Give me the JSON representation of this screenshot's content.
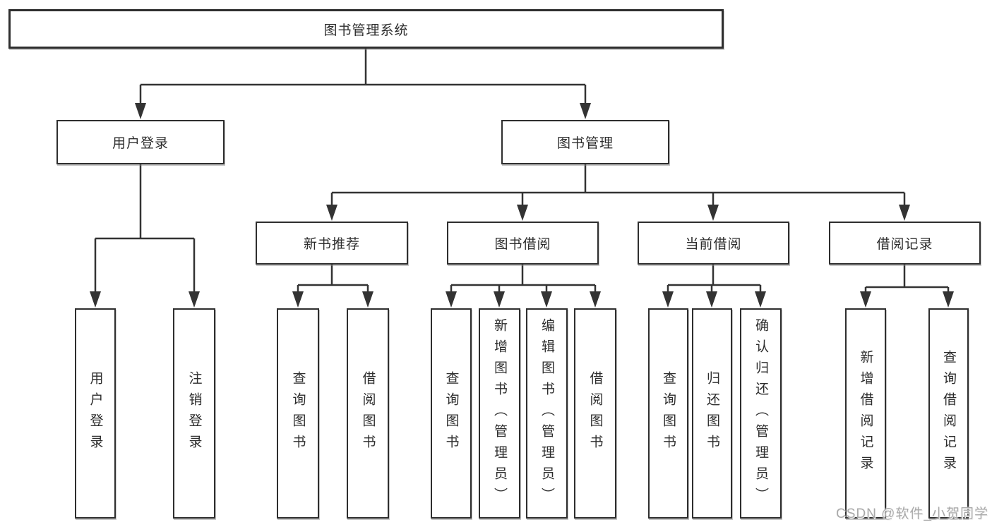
{
  "watermark": {
    "text": "CSDN @软件_小贺同学"
  },
  "colors": {
    "line": "#333333",
    "box_border": "#2e2e2e",
    "text": "#2d2d2d",
    "background": "#ffffff",
    "watermark": "#a9a9a9"
  },
  "nodes": {
    "root": {
      "label": "图书管理系统"
    },
    "user_login": {
      "label": "用户登录"
    },
    "book_mgmt": {
      "label": "图书管理"
    },
    "new_book_rec": {
      "label": "新书推荐"
    },
    "book_borrow": {
      "label": "图书借阅"
    },
    "current_borrow": {
      "label": "当前借阅"
    },
    "borrow_record": {
      "label": "借阅记录"
    },
    "leaf_user_login": {
      "label": "用户登录"
    },
    "leaf_logout": {
      "label": "注销登录"
    },
    "leaf_query_book_new": {
      "label": "查询图书"
    },
    "leaf_borrow_book_new": {
      "label": "借阅图书"
    },
    "leaf_query_book_borrow": {
      "label": "查询图书"
    },
    "leaf_add_book": {
      "label": "新增图书（管理员）"
    },
    "leaf_edit_book": {
      "label": "编辑图书（管理员）"
    },
    "leaf_borrow_book_borrow": {
      "label": "借阅图书"
    },
    "leaf_query_book_current": {
      "label": "查询图书"
    },
    "leaf_return_book": {
      "label": "归还图书"
    },
    "leaf_confirm_return": {
      "label": "确认归还（管理员）"
    },
    "leaf_add_borrow_record": {
      "label": "新增借阅记录"
    },
    "leaf_query_borrow_record": {
      "label": "查询借阅记录"
    }
  },
  "edges": [
    [
      "图书管理系统",
      "用户登录"
    ],
    [
      "图书管理系统",
      "图书管理"
    ],
    [
      "用户登录",
      "用户登录"
    ],
    [
      "用户登录",
      "注销登录"
    ],
    [
      "图书管理",
      "新书推荐"
    ],
    [
      "图书管理",
      "图书借阅"
    ],
    [
      "图书管理",
      "当前借阅"
    ],
    [
      "图书管理",
      "借阅记录"
    ],
    [
      "新书推荐",
      "查询图书"
    ],
    [
      "新书推荐",
      "借阅图书"
    ],
    [
      "图书借阅",
      "查询图书"
    ],
    [
      "图书借阅",
      "新增图书（管理员）"
    ],
    [
      "图书借阅",
      "编辑图书（管理员）"
    ],
    [
      "图书借阅",
      "借阅图书"
    ],
    [
      "当前借阅",
      "查询图书"
    ],
    [
      "当前借阅",
      "归还图书"
    ],
    [
      "当前借阅",
      "确认归还（管理员）"
    ],
    [
      "借阅记录",
      "新增借阅记录"
    ],
    [
      "借阅记录",
      "查询借阅记录"
    ]
  ]
}
